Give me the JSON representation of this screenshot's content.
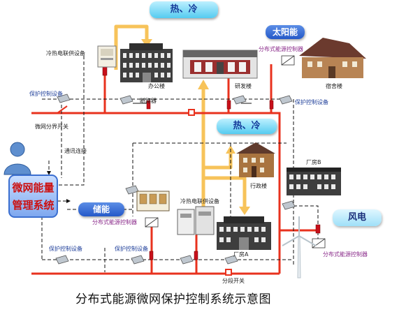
{
  "callouts": {
    "heat_cold_top": "热、冷",
    "heat_cold_mid": "热、冷",
    "solar": "太阳能",
    "storage": "储能",
    "wind": "风电"
  },
  "labels": {
    "chp_top": "冷热电联供设备",
    "office": "办公楼",
    "breaker": "断路器",
    "rd_building": "研发楼",
    "dist_controller_top": "分布式能源控制器",
    "dormitory": "宿舍楼",
    "protect_left": "保护控制设备",
    "protect_right": "保护控制设备",
    "grid_switch": "微网分界开关",
    "comm_link": "通讯连接",
    "admin": "行政楼",
    "factory_b": "厂房B",
    "chp_bottom": "冷热电联供设备",
    "dist_controller_mid": "分布式能源控制器",
    "factory_a": "厂房A",
    "protect_bottom_left": "保护控制设备",
    "protect_bottom_mid": "保护控制设备",
    "dist_controller_wind": "分布式能源控制器",
    "section_switch": "分段开关"
  },
  "ems": {
    "line1": "微网能量",
    "line2": "管理系统"
  },
  "caption": "分布式能源微网保护控制系统示意图",
  "colors": {
    "power_line": "#e8321e",
    "comm_line": "#111111",
    "heat_arrow": "#f7c35a",
    "callout_cyan": "#55cbf0",
    "callout_blue": "#2458c8",
    "ems_text": "#cc1010"
  }
}
